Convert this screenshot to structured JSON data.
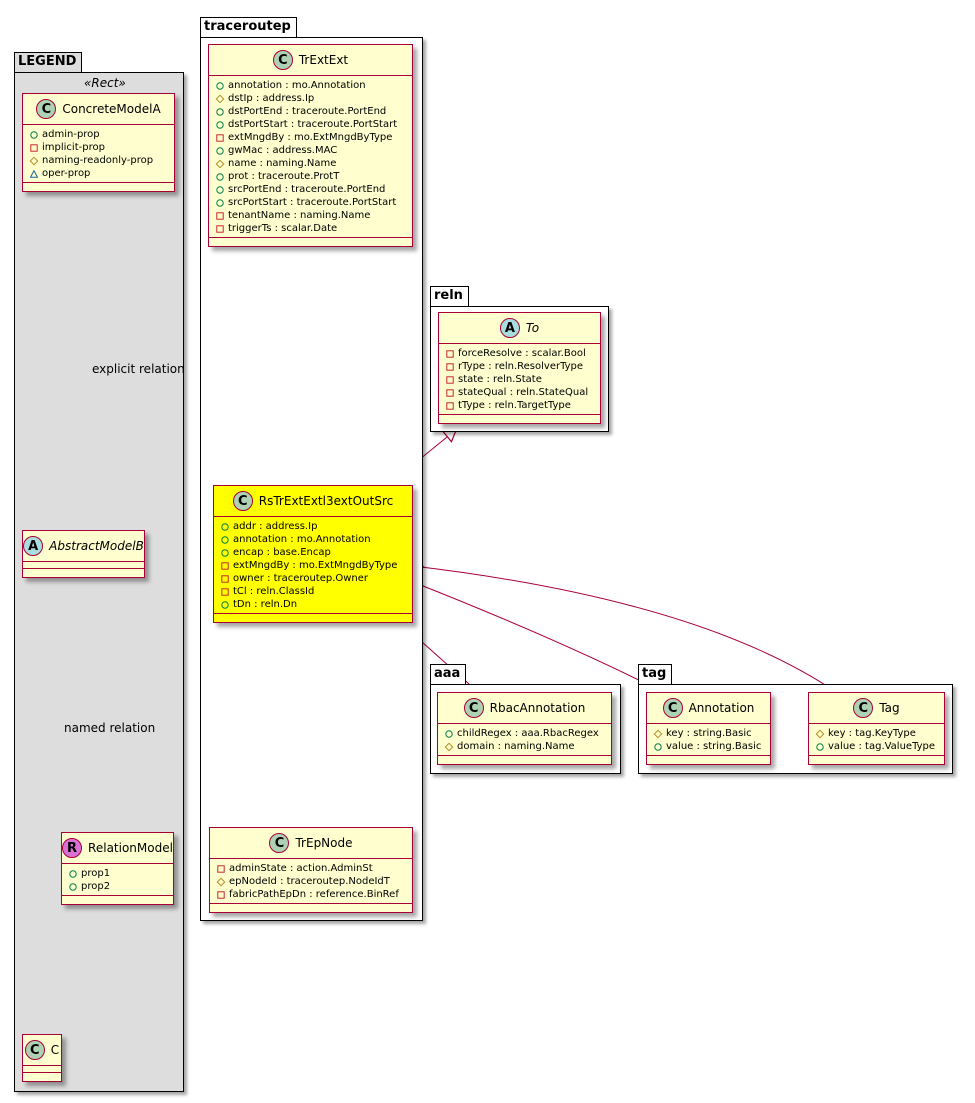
{
  "colors": {
    "class_fill": "#FEFECE",
    "class_highlight_fill": "#FFFF00",
    "class_border": "#A80036",
    "legend_fill": "#DDDDDD",
    "badge_class": "#ADD1B2",
    "badge_abstract": "#A9DCDF",
    "badge_relation": "#DA70D6",
    "vis_public": "#038048",
    "vis_private": "#C82930",
    "vis_protected": "#B38D22",
    "vis_package": "#1963A0"
  },
  "packages": {
    "legend": {
      "label": "LEGEND",
      "stereotype": "«Rect»"
    },
    "traceroutep": {
      "label": "traceroutep"
    },
    "reln": {
      "label": "reln"
    },
    "aaa": {
      "label": "aaa"
    },
    "tag": {
      "label": "tag"
    }
  },
  "classes": {
    "concrete_model_a": {
      "badge": "C",
      "name": "ConcreteModelA",
      "attrs": [
        {
          "vis": "public",
          "text": "admin-prop"
        },
        {
          "vis": "private",
          "text": "implicit-prop"
        },
        {
          "vis": "protected",
          "text": "naming-readonly-prop"
        },
        {
          "vis": "package",
          "text": "oper-prop"
        }
      ]
    },
    "abstract_model_b": {
      "badge": "A",
      "name": "AbstractModelB",
      "attrs": []
    },
    "relation_model": {
      "badge": "R",
      "name": "RelationModel",
      "attrs": [
        {
          "vis": "public",
          "text": "prop1"
        },
        {
          "vis": "public",
          "text": "prop2"
        }
      ]
    },
    "c": {
      "badge": "C",
      "name": "C",
      "attrs": []
    },
    "tr_ext_ext": {
      "badge": "C",
      "name": "TrExtExt",
      "attrs": [
        {
          "vis": "public",
          "text": "annotation : mo.Annotation"
        },
        {
          "vis": "protected",
          "text": "dstIp : address.Ip"
        },
        {
          "vis": "public",
          "text": "dstPortEnd : traceroute.PortEnd"
        },
        {
          "vis": "public",
          "text": "dstPortStart : traceroute.PortStart"
        },
        {
          "vis": "private",
          "text": "extMngdBy : mo.ExtMngdByType"
        },
        {
          "vis": "public",
          "text": "gwMac : address.MAC"
        },
        {
          "vis": "protected",
          "text": "name : naming.Name"
        },
        {
          "vis": "public",
          "text": "prot : traceroute.ProtT"
        },
        {
          "vis": "public",
          "text": "srcPortEnd : traceroute.PortEnd"
        },
        {
          "vis": "public",
          "text": "srcPortStart : traceroute.PortStart"
        },
        {
          "vis": "private",
          "text": "tenantName : naming.Name"
        },
        {
          "vis": "private",
          "text": "triggerTs : scalar.Date"
        }
      ]
    },
    "to": {
      "badge": "A",
      "name": "To",
      "attrs": [
        {
          "vis": "private",
          "text": "forceResolve : scalar.Bool"
        },
        {
          "vis": "private",
          "text": "rType : reln.ResolverType"
        },
        {
          "vis": "private",
          "text": "state : reln.State"
        },
        {
          "vis": "private",
          "text": "stateQual : reln.StateQual"
        },
        {
          "vis": "private",
          "text": "tType : reln.TargetType"
        }
      ]
    },
    "rs_tr_ext_ext_l3ext_out_src": {
      "badge": "C",
      "name": "RsTrExtExtl3extOutSrc",
      "attrs": [
        {
          "vis": "public",
          "text": "addr : address.Ip"
        },
        {
          "vis": "public",
          "text": "annotation : mo.Annotation"
        },
        {
          "vis": "public",
          "text": "encap : base.Encap"
        },
        {
          "vis": "private",
          "text": "extMngdBy : mo.ExtMngdByType"
        },
        {
          "vis": "private",
          "text": "owner : traceroutep.Owner"
        },
        {
          "vis": "private",
          "text": "tCl : reln.ClassId"
        },
        {
          "vis": "public",
          "text": "tDn : reln.Dn"
        }
      ]
    },
    "rbac_annotation": {
      "badge": "C",
      "name": "RbacAnnotation",
      "attrs": [
        {
          "vis": "public",
          "text": "childRegex : aaa.RbacRegex"
        },
        {
          "vis": "protected",
          "text": "domain : naming.Name"
        }
      ]
    },
    "annotation": {
      "badge": "C",
      "name": "Annotation",
      "attrs": [
        {
          "vis": "protected",
          "text": "key : string.Basic"
        },
        {
          "vis": "public",
          "text": "value : string.Basic"
        }
      ]
    },
    "tag": {
      "badge": "C",
      "name": "Tag",
      "attrs": [
        {
          "vis": "protected",
          "text": "key : tag.KeyType"
        },
        {
          "vis": "public",
          "text": "value : tag.ValueType"
        }
      ]
    },
    "tr_ep_node": {
      "badge": "C",
      "name": "TrEpNode",
      "attrs": [
        {
          "vis": "private",
          "text": "adminState : action.AdminSt"
        },
        {
          "vis": "protected",
          "text": "epNodeId : traceroutep.NodeIdT"
        },
        {
          "vis": "private",
          "text": "fabricPathEpDn : reference.BinRef"
        }
      ]
    }
  },
  "edge_labels": {
    "explicit": "explicit relation",
    "named": "named relation"
  }
}
